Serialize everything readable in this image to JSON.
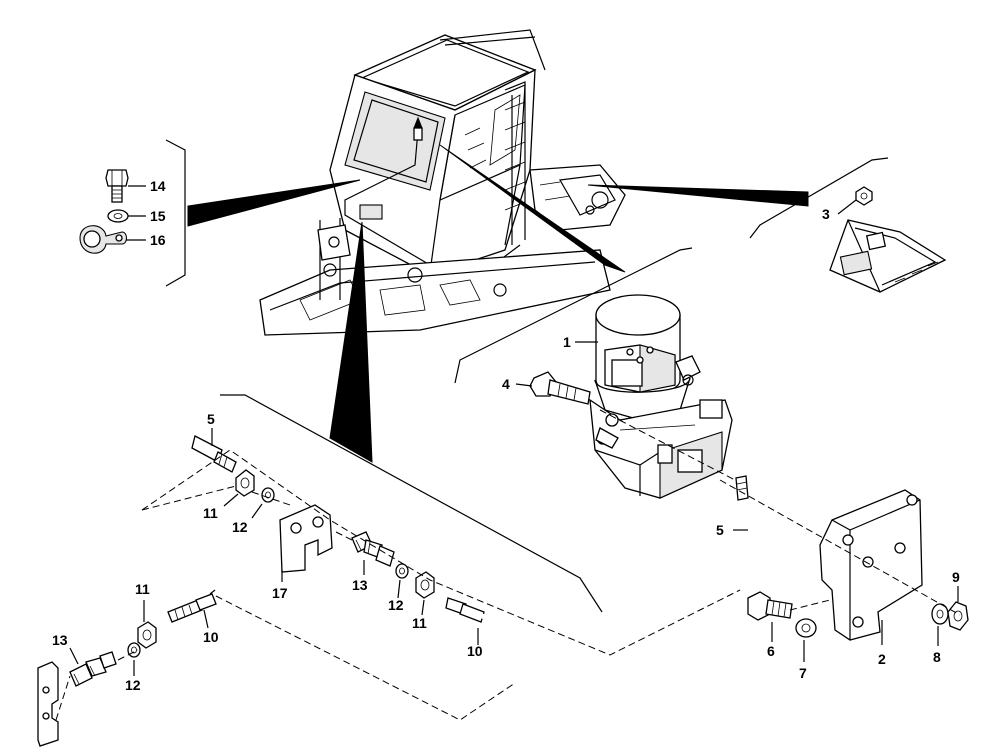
{
  "callouts": [
    {
      "id": "c1",
      "label": "1"
    },
    {
      "id": "c2",
      "label": "2"
    },
    {
      "id": "c3",
      "label": "3"
    },
    {
      "id": "c4",
      "label": "4"
    },
    {
      "id": "c5a",
      "label": "5"
    },
    {
      "id": "c5b",
      "label": "5"
    },
    {
      "id": "c6",
      "label": "6"
    },
    {
      "id": "c7",
      "label": "7"
    },
    {
      "id": "c8",
      "label": "8"
    },
    {
      "id": "c9",
      "label": "9"
    },
    {
      "id": "c10a",
      "label": "10"
    },
    {
      "id": "c10b",
      "label": "10"
    },
    {
      "id": "c11a",
      "label": "11"
    },
    {
      "id": "c11b",
      "label": "11"
    },
    {
      "id": "c11c",
      "label": "11"
    },
    {
      "id": "c12a",
      "label": "12"
    },
    {
      "id": "c12b",
      "label": "12"
    },
    {
      "id": "c12c",
      "label": "12"
    },
    {
      "id": "c13a",
      "label": "13"
    },
    {
      "id": "c13b",
      "label": "13"
    },
    {
      "id": "c14",
      "label": "14"
    },
    {
      "id": "c15",
      "label": "15"
    },
    {
      "id": "c16",
      "label": "16"
    },
    {
      "id": "c17",
      "label": "17"
    }
  ]
}
